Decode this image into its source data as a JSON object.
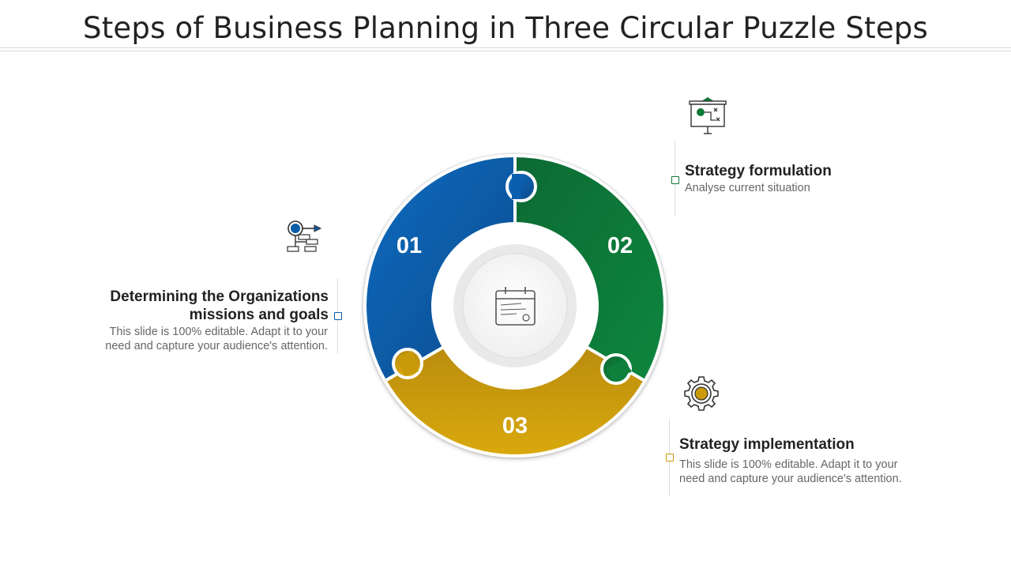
{
  "slide": {
    "title": "Steps of Business Planning in Three Circular Puzzle Steps"
  },
  "colors": {
    "blue": "#0b5da8",
    "green": "#0f7a38",
    "gold": "#c99a0a",
    "text_dark": "#222222",
    "text_muted": "#666666"
  },
  "steps": [
    {
      "number": "01",
      "title_line1": "Determining the Organizations",
      "title_line2": "missions and goals",
      "desc_line1": "This slide is 100% editable. Adapt it to your",
      "desc_line2": "need and capture your audience's attention.",
      "icon": "target-network-icon",
      "color": "#0b5da8"
    },
    {
      "number": "02",
      "title": "Strategy formulation",
      "desc": "Analyse current situation",
      "icon": "strategy-board-icon",
      "color": "#0f7a38"
    },
    {
      "number": "03",
      "title": "Strategy implementation",
      "desc_line1": "This slide is 100% editable. Adapt it to your",
      "desc_line2": "need and capture your audience's attention.",
      "icon": "gear-icon",
      "color": "#c99a0a"
    }
  ],
  "center": {
    "icon": "calendar-plan-icon"
  }
}
